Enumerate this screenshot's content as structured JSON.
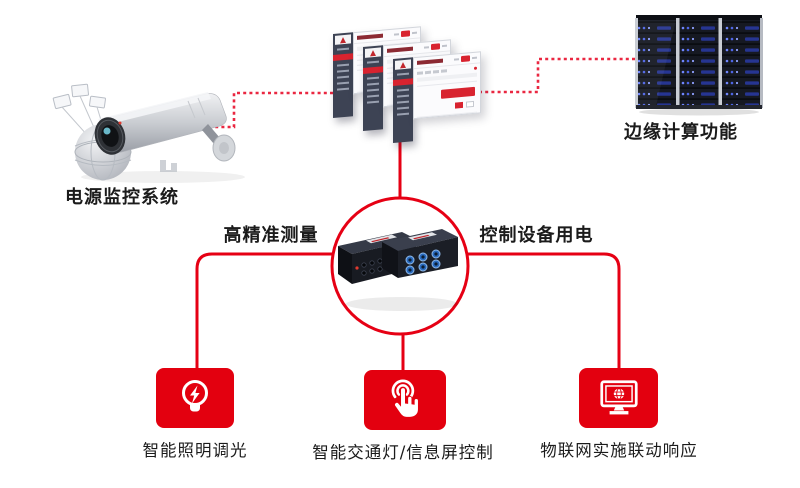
{
  "colors": {
    "accent_red": "#e60014",
    "dashed_red": "#ea2741",
    "tile_red": "#e3000f",
    "panel_dark": "#3d4354",
    "window_highlight_red": "#d8232f"
  },
  "nodes": {
    "camera": {
      "label": "电源监控系统"
    },
    "servers": {
      "label": "边缘计算功能"
    },
    "platform": {
      "window_count": 3
    },
    "center": {
      "left_label": "高精准测量",
      "right_label": "控制设备用电"
    }
  },
  "features": [
    {
      "id": "lighting",
      "icon": "bulb-icon",
      "label": "智能照明调光"
    },
    {
      "id": "traffic",
      "icon": "touch-icon",
      "label": "智能交通灯/信息屏控制"
    },
    {
      "id": "iot",
      "icon": "monitor-globe-icon",
      "label": "物联网实施联动响应"
    }
  ]
}
